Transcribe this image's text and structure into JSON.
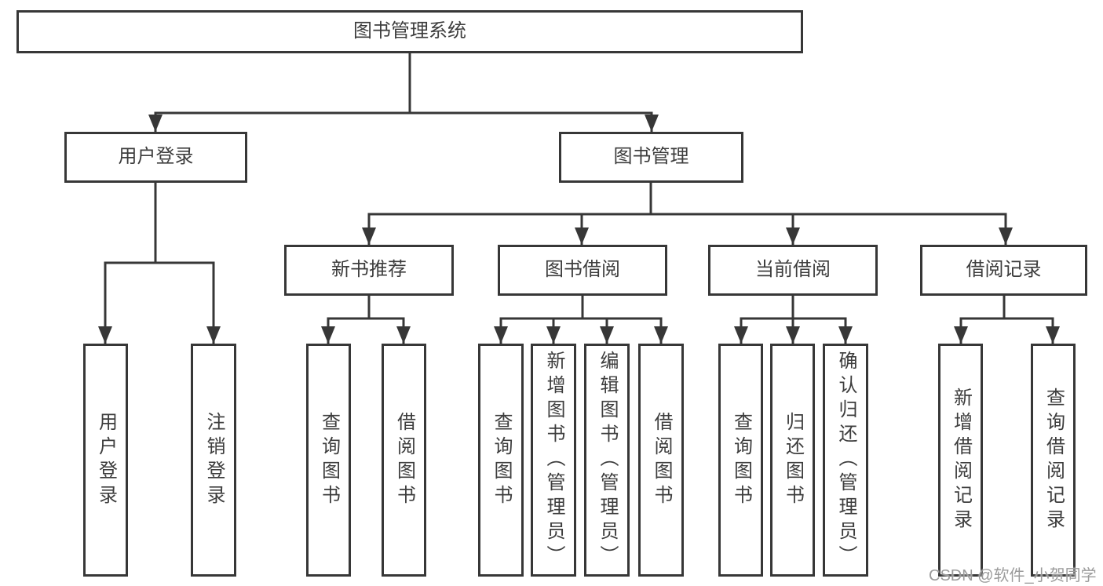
{
  "diagram": {
    "title": "图书管理系统",
    "level2": {
      "user_login": "用户登录",
      "book_management": "图书管理"
    },
    "level3": {
      "new_book_recommend": "新书推荐",
      "book_borrow": "图书借阅",
      "current_borrow": "当前借阅",
      "borrow_records": "借阅记录"
    },
    "leaves": {
      "user_login": "用户登录",
      "logout": "注销登录",
      "nbr_query_book": "查询图书",
      "nbr_borrow_book": "借阅图书",
      "bb_query_book": "查询图书",
      "bb_add_book": "新增图书（管理员）",
      "bb_edit_book": "编辑图书（管理员）",
      "bb_borrow_book": "借阅图书",
      "cb_query_book": "查询图书",
      "cb_return_book": "归还图书",
      "cb_confirm_return": "确认归还（管理员）",
      "br_add_record": "新增借阅记录",
      "br_query_record": "查询借阅记录"
    }
  },
  "watermark": {
    "text": "CSDN @软件_小贺同学"
  },
  "colors": {
    "line": "#373737",
    "box_border": "#373737",
    "box_fill": "#ffffff",
    "text": "#3d3d3d",
    "watermark": "#9b9b9b",
    "background": "#ffffff"
  }
}
